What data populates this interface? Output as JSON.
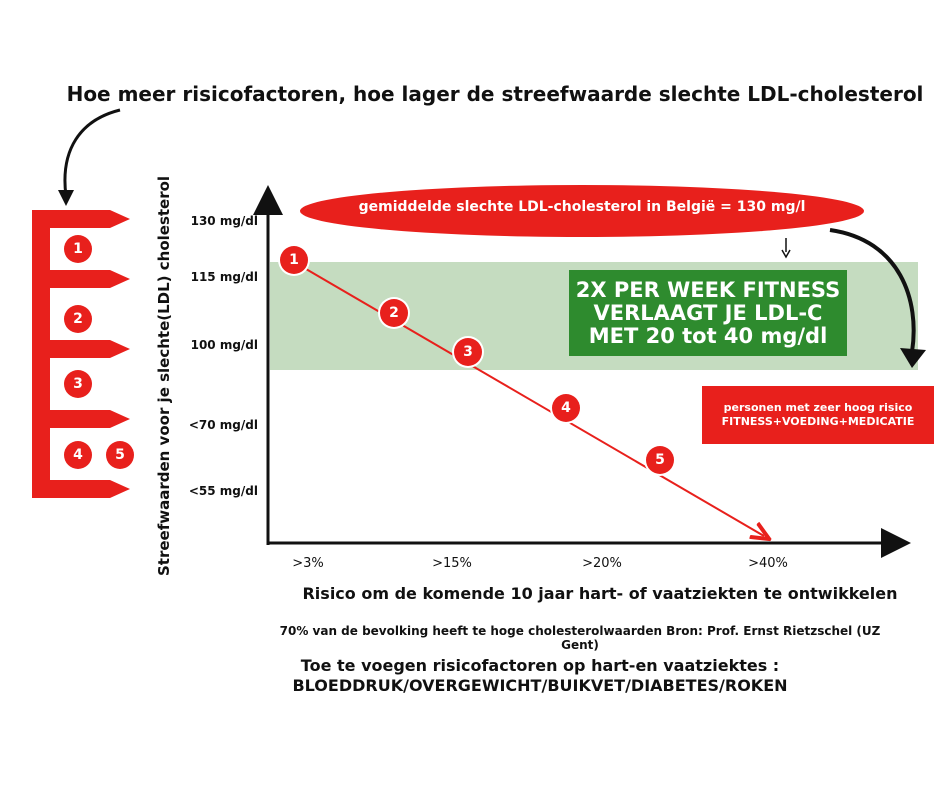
{
  "title": "Hoe meer risicofactoren, hoe lager de streefwaarde slechte LDL-cholesterol",
  "y_axis_label": "Streefwaarden voor je slechte(LDL) cholesterol",
  "x_axis_label": "Risico om de komende 10 jaar hart- of vaatziekten te ontwikkelen",
  "y_ticks": [
    "130 mg/dl",
    "115 mg/dl",
    "100 mg/dl",
    "<70 mg/dl",
    "<55 mg/dl"
  ],
  "x_ticks": [
    ">3%",
    ">15%",
    ">20%",
    ">40%"
  ],
  "average_callout": "gemiddelde slechte LDL-cholesterol in België = 130 mg/l",
  "fitness_box": {
    "line1": "2X PER WEEK FITNESS",
    "line2": "VERLAAGT JE LDL-C",
    "line3": "MET 20 tot 40 mg/dl"
  },
  "high_risk_box": {
    "line1": "personen met zeer hoog risico",
    "line2": "FITNESS+VOEDING+MEDICATIE"
  },
  "risk_markers": [
    "1",
    "2",
    "3",
    "4",
    "5"
  ],
  "left_markers": [
    "1",
    "2",
    "3",
    "4",
    "5"
  ],
  "source_text": "70% van de bevolking heeft te hoge cholesterolwaarden Bron: Prof. Ernst Rietzschel (UZ Gent)",
  "risk_factors": {
    "heading": "Toe te voegen risicofactoren op hart-en vaatziektes :",
    "list": "BLOEDDRUK/OVERGEWICHT/BUIKVET/DIABETES/ROKEN"
  },
  "colors": {
    "red": "#e8201c",
    "green_band": "#c5dcc0",
    "green_box": "#2e8b2e",
    "axis": "#111111"
  }
}
